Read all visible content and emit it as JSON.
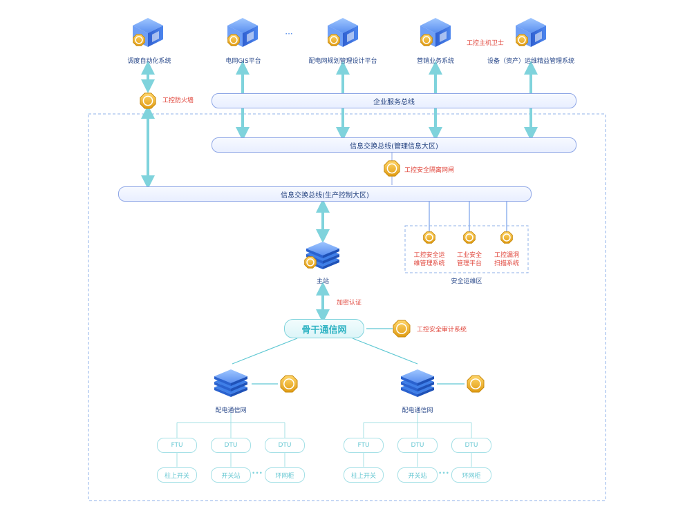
{
  "top_systems": [
    {
      "label": "调度自动化系统"
    },
    {
      "label": "电网GIS平台"
    },
    {
      "label": "配电网规划管理设计平台"
    },
    {
      "label": "营销业务系统"
    },
    {
      "label": "设备（资产）运维精益管理系统"
    }
  ],
  "ellipsis": "···",
  "host_guard": "工控主机卫士",
  "firewall": "工控防火墙",
  "enterprise_bus": "企业服务总线",
  "mgmt_bus": "信息交换总线(管理信息大区)",
  "isolation_gateway": "工控安全隔离网闸",
  "prod_bus": "信息交换总线(生产控制大区)",
  "ops_zone": {
    "title": "安全运维区",
    "items": [
      {
        "line1": "工控安全运",
        "line2": "维管理系统"
      },
      {
        "line1": "工业安全",
        "line2": "管理平台"
      },
      {
        "line1": "工控漏洞",
        "line2": "扫描系统"
      }
    ]
  },
  "master_station": "主站",
  "encrypt_auth": "加密认证",
  "backbone": "骨干通信网",
  "audit_system": "工控安全审计系统",
  "dist_nets": [
    {
      "label": "配电通信网",
      "terminals": [
        "FTU",
        "DTU",
        "DTU"
      ],
      "sites": [
        "柱上开关",
        "开关站",
        "环网柜"
      ]
    },
    {
      "label": "配电通信网",
      "terminals": [
        "FTU",
        "DTU",
        "DTU"
      ],
      "sites": [
        "柱上开关",
        "开关站",
        "环网柜"
      ]
    }
  ],
  "leaf_ellipsis": "•••",
  "colors": {
    "arrow": "#7fd3dc",
    "bus_border": "#8ea6e6",
    "accent_red": "#e0443a",
    "shield_gold": "#e6a817",
    "server_blue": "#3f7fe8"
  }
}
